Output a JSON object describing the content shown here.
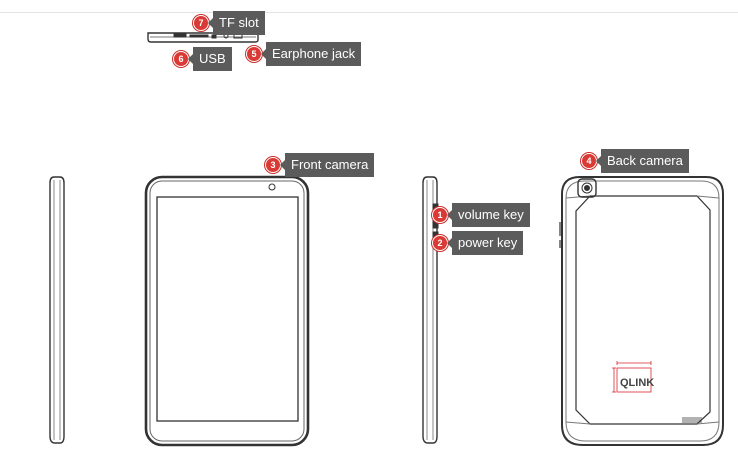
{
  "callouts": [
    {
      "num": "1",
      "label": "volume key"
    },
    {
      "num": "2",
      "label": "power key"
    },
    {
      "num": "3",
      "label": "Front camera"
    },
    {
      "num": "4",
      "label": "Back camera"
    },
    {
      "num": "5",
      "label": "Earphone jack"
    },
    {
      "num": "6",
      "label": "USB"
    },
    {
      "num": "7",
      "label": "TF slot"
    }
  ],
  "brand": {
    "logo_text": "QLINK"
  },
  "colors": {
    "callout_badge": "#d93a36",
    "callout_box": "#5b5b5b",
    "line": "#333333"
  }
}
